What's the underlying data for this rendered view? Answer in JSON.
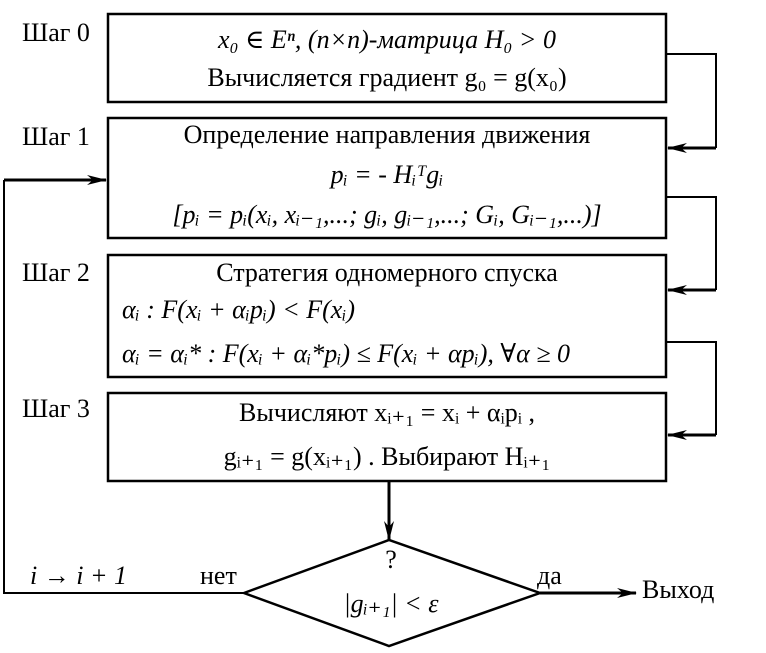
{
  "steps": [
    {
      "label": "Шаг 0",
      "line1": "x₀ ∈ Eⁿ, (n×n)-матрица H₀ > 0",
      "line2": "Вычисляется градиент g₀ = g(x₀)"
    },
    {
      "label": "Шаг 1",
      "line1": "Определение направления движения",
      "line2": "pᵢ = - Hᵢᵀgᵢ",
      "line3": "[pᵢ = pᵢ(xᵢ, xᵢ₋₁,...; gᵢ, gᵢ₋₁,...; Gᵢ, Gᵢ₋₁,...)]"
    },
    {
      "label": "Шаг 2",
      "line1": "Стратегия одномерного спуска",
      "line2": "αᵢ :  F(xᵢ + αᵢpᵢ) < F(xᵢ)",
      "line3": "αᵢ = αᵢ* :  F(xᵢ + αᵢ*pᵢ) ≤ F(xᵢ + αpᵢ),  ∀α ≥ 0"
    },
    {
      "label": "Шаг 3",
      "line1": "Вычисляют  xᵢ₊₁ = xᵢ + αᵢpᵢ ,",
      "line2": "gᵢ₊₁ = g(xᵢ₊₁) . Выбирают  Hᵢ₊₁"
    }
  ],
  "decision": {
    "question": "?",
    "condition": "|gᵢ₊₁| < ε",
    "no_label": "нет",
    "yes_label": "да"
  },
  "loop_label": "i → i + 1",
  "exit_label": "Выход"
}
